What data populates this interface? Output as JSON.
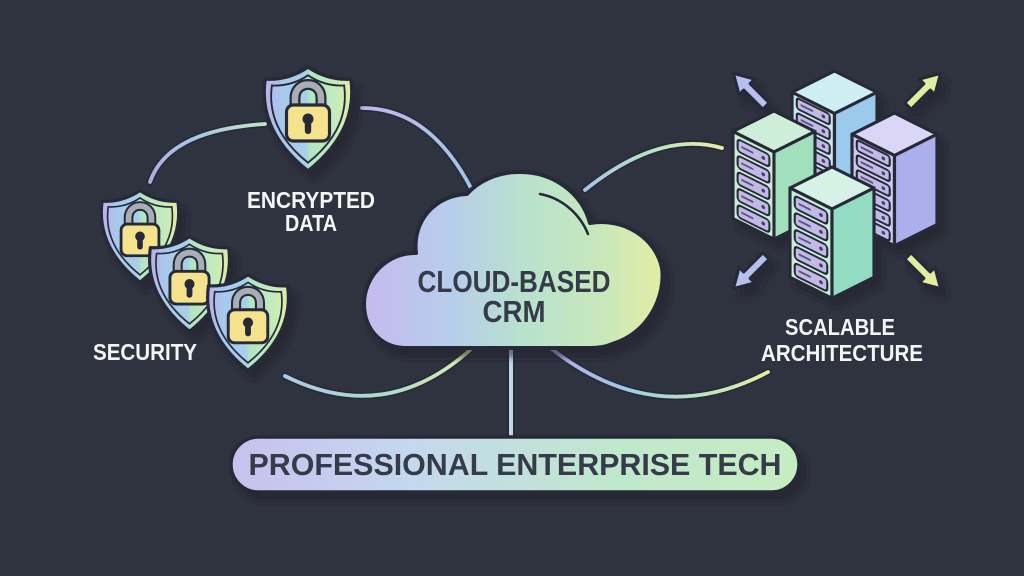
{
  "diagram": {
    "type": "concept-diagram",
    "center_node": {
      "id": "cloud-based-crm",
      "line1": "CLOUD-BASED",
      "line2": "CRM",
      "icon": "cloud-icon"
    },
    "banner": {
      "label": "PROFESSIONAL ENTERPRISE TECH"
    },
    "nodes": {
      "encrypted_data": {
        "line1": "ENCRYPTED",
        "line2": "DATA",
        "icon": "shield-lock-icon"
      },
      "security": {
        "label": "SECURITY",
        "icon": "shield-lock-group-icon",
        "shield_count": 3
      },
      "scalable_architecture": {
        "line1": "SCALABLE",
        "line2": "ARCHITECTURE",
        "icon": "server-cluster-icon",
        "server_count": 4,
        "arrow_icons": [
          "expand-arrow-top-left-icon",
          "expand-arrow-top-right-icon",
          "expand-arrow-bottom-left-icon",
          "expand-arrow-bottom-right-icon"
        ]
      }
    },
    "edges": [
      {
        "from": "security",
        "to": "encrypted_data"
      },
      {
        "from": "encrypted_data",
        "to": "cloud-based-crm"
      },
      {
        "from": "cloud-based-crm",
        "to": "scalable_architecture",
        "position": "top"
      },
      {
        "from": "security",
        "to": "cloud-based-crm",
        "position": "bottom"
      },
      {
        "from": "cloud-based-crm",
        "to": "scalable_architecture",
        "position": "bottom"
      },
      {
        "from": "cloud-based-crm",
        "to": "banner"
      }
    ],
    "colors": {
      "background": "#2f323f",
      "outline": "#272b38",
      "text_light": "#f4f5f7",
      "text_dark": "#363b4a",
      "lavender": "#c6baee",
      "light_blue": "#a8cce8",
      "mint_green": "#b2e5c2",
      "yellow_green": "#e6eda2",
      "lock_yellow": "#f5e28c",
      "slot_lavender": "#c2b9e6"
    }
  }
}
